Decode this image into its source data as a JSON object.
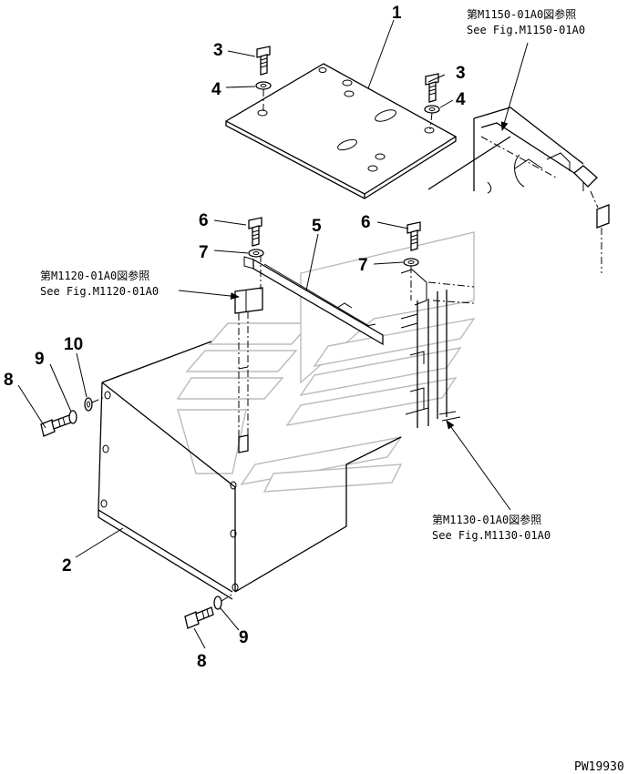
{
  "part_numbers": {
    "n1": "1",
    "n2": "2",
    "n3a": "3",
    "n3b": "3",
    "n4a": "4",
    "n4b": "4",
    "n5": "5",
    "n6a": "6",
    "n6b": "6",
    "n7a": "7",
    "n7b": "7",
    "n8a": "8",
    "n8b": "8",
    "n9a": "9",
    "n9b": "9",
    "n10": "10"
  },
  "references": {
    "m1150": {
      "jp": "第M1150-01A0図参照",
      "en": "See Fig.M1150-01A0"
    },
    "m1120": {
      "jp": "第M1120-01A0図参照",
      "en": "See Fig.M1120-01A0"
    },
    "m1130": {
      "jp": "第M1130-01A0図参照",
      "en": "See Fig.M1130-01A0"
    }
  },
  "drawing_code": "PW19930"
}
